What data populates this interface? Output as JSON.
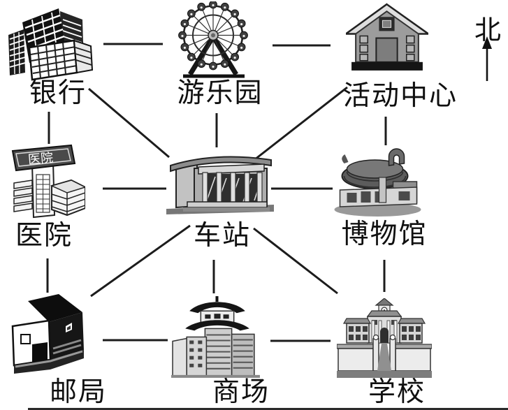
{
  "diagram": {
    "north_label": "北",
    "nodes": [
      {
        "id": "bank",
        "label": "银行"
      },
      {
        "id": "amusement-park",
        "label": "游乐园"
      },
      {
        "id": "activity-center",
        "label": "活动中心"
      },
      {
        "id": "hospital",
        "label": "医院",
        "sign_text": "医院"
      },
      {
        "id": "station",
        "label": "车站"
      },
      {
        "id": "museum",
        "label": "博物馆"
      },
      {
        "id": "post-office",
        "label": "邮局"
      },
      {
        "id": "mall",
        "label": "商场"
      },
      {
        "id": "school",
        "label": "学校"
      }
    ],
    "connections": [
      [
        "bank",
        "amusement-park"
      ],
      [
        "amusement-park",
        "activity-center"
      ],
      [
        "bank",
        "hospital"
      ],
      [
        "hospital",
        "post-office"
      ],
      [
        "activity-center",
        "museum"
      ],
      [
        "museum",
        "school"
      ],
      [
        "hospital",
        "station"
      ],
      [
        "station",
        "museum"
      ],
      [
        "amusement-park",
        "station"
      ],
      [
        "station",
        "mall"
      ],
      [
        "bank",
        "station"
      ],
      [
        "station",
        "activity-center"
      ],
      [
        "station",
        "post-office"
      ],
      [
        "station",
        "school"
      ],
      [
        "post-office",
        "mall"
      ],
      [
        "mall",
        "school"
      ]
    ],
    "line_color": "#1c1c1c"
  }
}
